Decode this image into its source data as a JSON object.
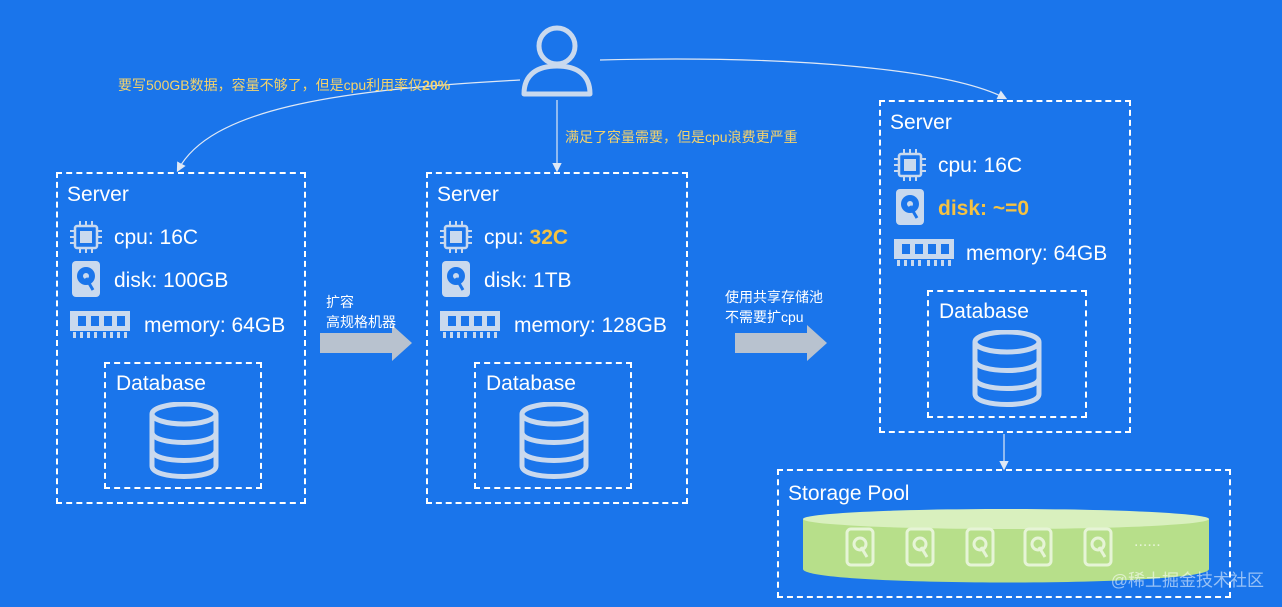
{
  "top_annotation_left": {
    "text": "要写500GB数据，容量不够了，但是cpu利用率仅",
    "highlight": "20%"
  },
  "top_annotation_mid": "满足了容量需要，但是cpu浪费更严重",
  "server1": {
    "title": "Server",
    "cpu": "cpu: 16C",
    "disk": "disk: 100GB",
    "memory": "memory: 64GB",
    "db": "Database"
  },
  "arrow1": {
    "line1": "扩容",
    "line2": "高规格机器"
  },
  "server2": {
    "title": "Server",
    "cpu_prefix": "cpu: ",
    "cpu_value": "32C",
    "disk": "disk: 1TB",
    "memory": "memory: 128GB",
    "db": "Database"
  },
  "arrow2": {
    "line1": "使用共享存储池",
    "line2": "不需要扩cpu"
  },
  "server3": {
    "title": "Server",
    "cpu": "cpu: 16C",
    "disk": "disk: ~=0",
    "memory": "memory: 64GB",
    "db": "Database"
  },
  "storage_pool": {
    "title": "Storage Pool",
    "ellipsis": "......"
  },
  "watermark": "@稀土掘金技术社区",
  "colors": {
    "background": "#1a75eb",
    "highlight": "#f5c242",
    "icon": "#c9d9ee",
    "arrow": "#b8c2cf",
    "pool": "#c5e89a"
  }
}
